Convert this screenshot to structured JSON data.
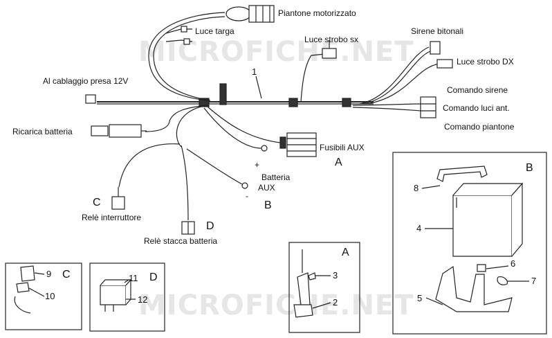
{
  "watermark": {
    "text": "MICROFICHE.NET",
    "color": "#d2d2d2"
  },
  "harness": {
    "part_number": "1",
    "labels": {
      "piantone": "Piantone motorizzato",
      "luce_targa": "Luce targa",
      "luce_strobo_sx": "Luce strobo sx",
      "sirene_bitonali": "Sirene bitonali",
      "luce_strobo_dx": "Luce strobo DX",
      "cablaggio_presa": "Al cablaggio presa 12V",
      "comando_sirene": "Comando sirene",
      "comando_luci": "Comando luci ant.",
      "comando_piantone": "Comando piantone",
      "ricarica": "Ricarica batteria",
      "fusibili": "Fusibili AUX",
      "batteria_aux_1": "Batteria",
      "batteria_aux_2": "AUX",
      "plus": "+",
      "minus": "-",
      "rele_interruttore": "Relè interruttore",
      "rele_stacca": "Relè stacca batteria"
    },
    "letters": {
      "a": "A",
      "b": "B",
      "c": "C",
      "d": "D"
    }
  },
  "inset_b": {
    "letter": "B",
    "parts": [
      "8",
      "4",
      "6",
      "7",
      "5"
    ]
  },
  "inset_a": {
    "letter": "A",
    "parts": [
      "3",
      "2"
    ]
  },
  "inset_c": {
    "letter": "C",
    "parts": [
      "9",
      "10"
    ]
  },
  "inset_d": {
    "letter": "D",
    "parts": [
      "11",
      "12"
    ]
  }
}
